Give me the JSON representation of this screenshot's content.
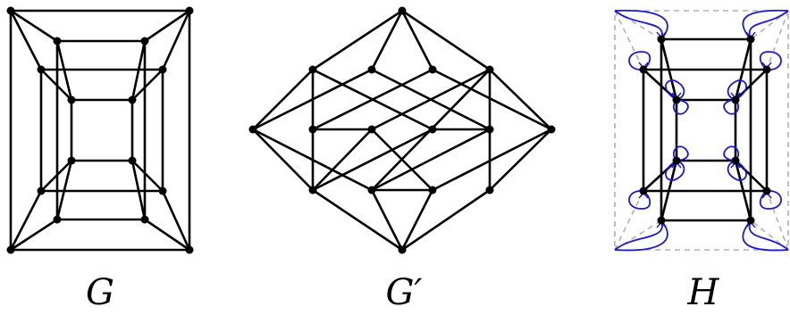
{
  "labels": {
    "g": "G",
    "g_prime": "G′",
    "h": "H"
  },
  "colors": {
    "edge": "#000000",
    "loop": "#1a1ad6",
    "dashed": "#b0b0b0"
  }
}
